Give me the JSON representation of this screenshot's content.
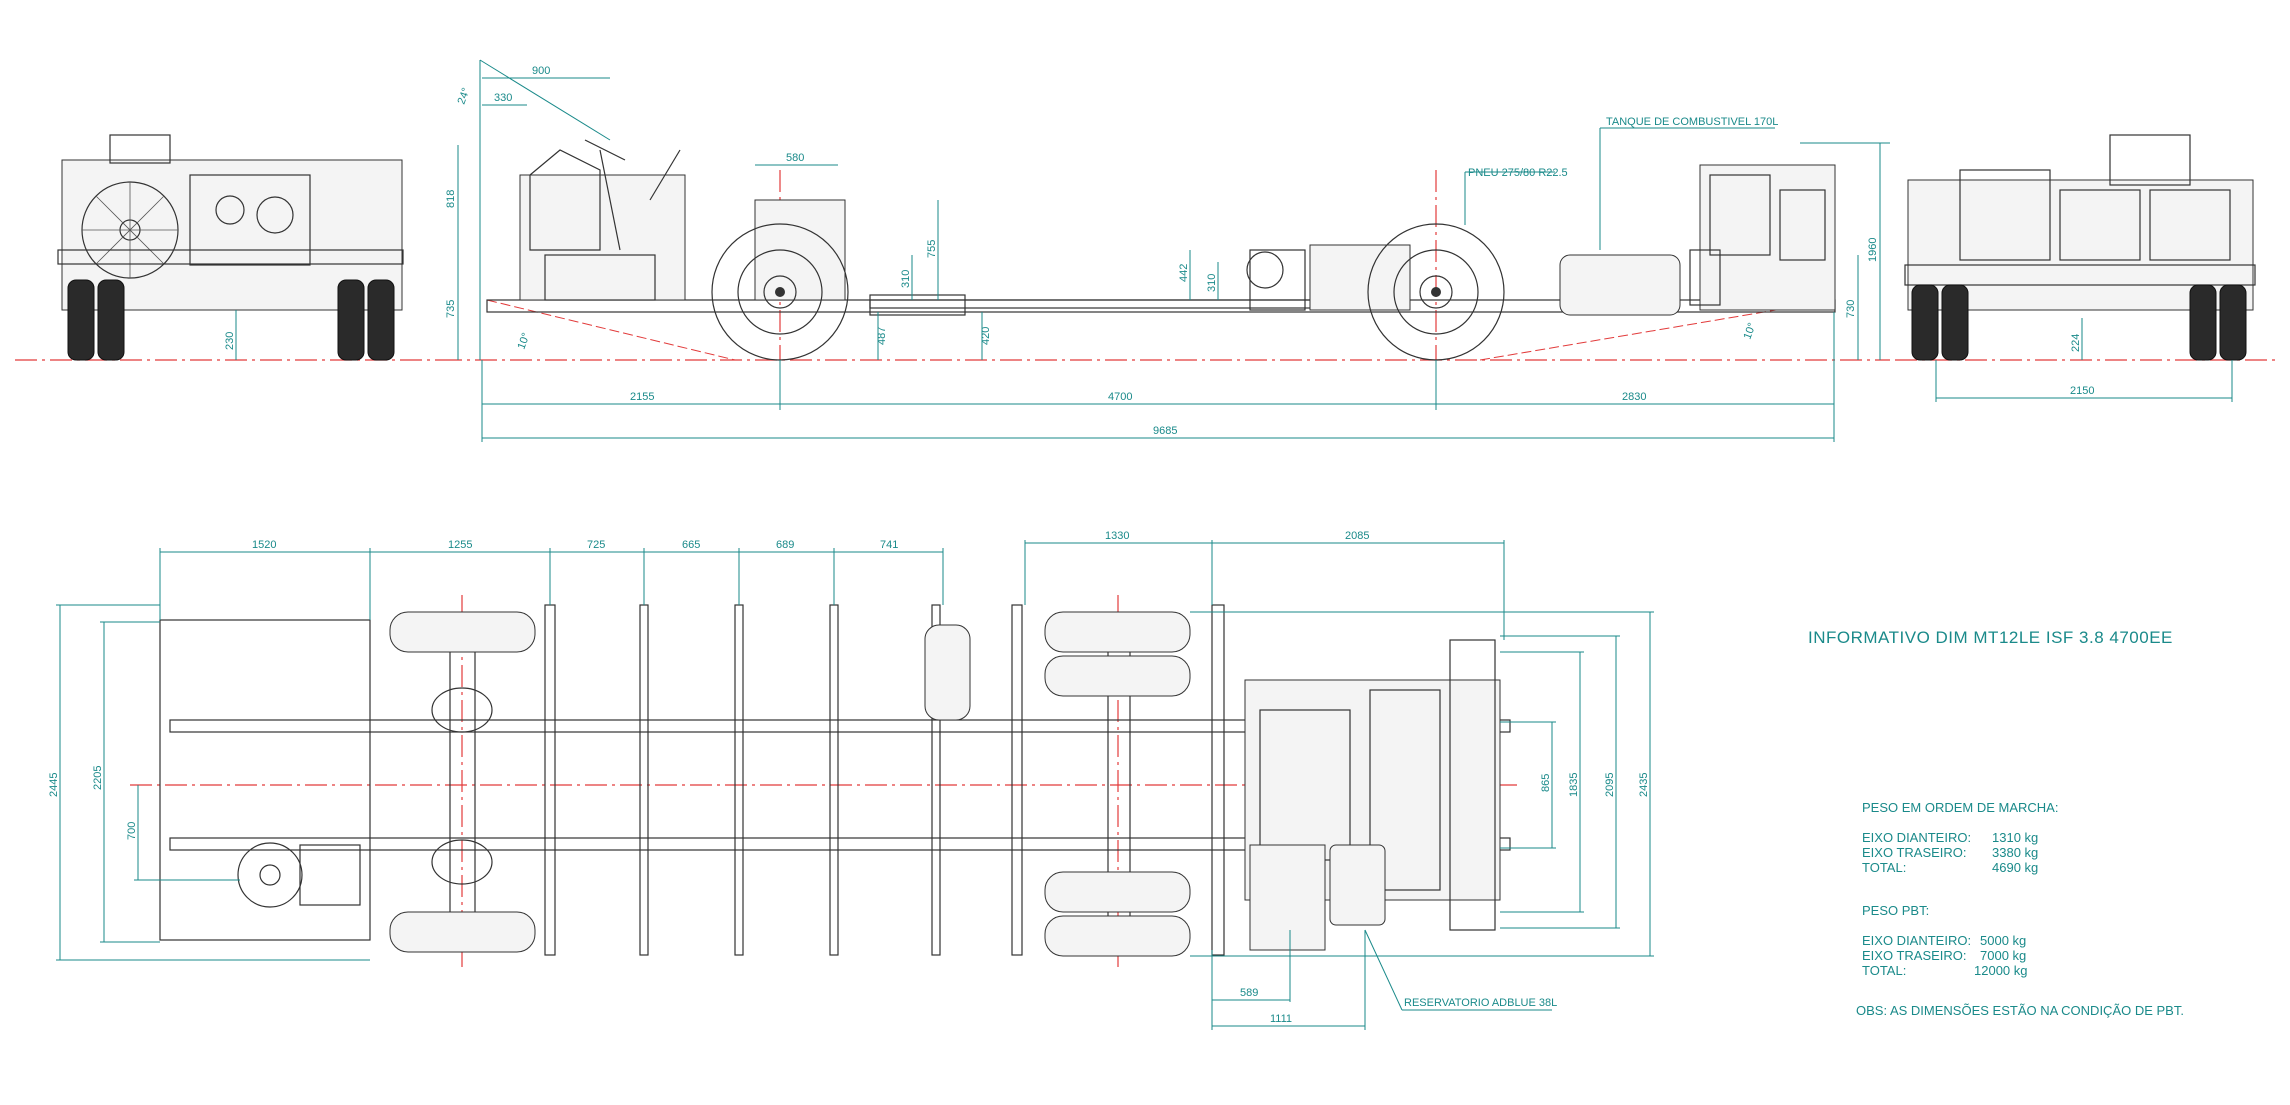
{
  "drawing_title": "INFORMATIVO DIM MT12LE ISF 3.8 4700EE",
  "side_view": {
    "labels": {
      "fuel_tank": "TANQUE DE COMBUSTIVEL 170L",
      "tire": "PNEU 275/80 R22.5",
      "angle_top": "24°",
      "angle_front": "10°",
      "angle_rear": "10°"
    },
    "dims": {
      "d900": "900",
      "d330": "330",
      "d818": "818",
      "d735": "735",
      "d580": "580",
      "d755": "755",
      "d310a": "310",
      "d487": "487",
      "d420": "420",
      "d442": "442",
      "d310b": "310",
      "d730": "730",
      "d1960": "1960",
      "d2155": "2155",
      "d4700": "4700",
      "d2830": "2830",
      "d9685": "9685"
    }
  },
  "front_view": {
    "dims": {
      "d230": "230"
    }
  },
  "rear_view": {
    "dims": {
      "d224": "224",
      "d2150": "2150"
    }
  },
  "top_view": {
    "labels": {
      "adblue": "RESERVATORIO ADBLUE 38L"
    },
    "dims": {
      "d1520": "1520",
      "d1255": "1255",
      "d725": "725",
      "d665": "665",
      "d689": "689",
      "d741": "741",
      "d1330": "1330",
      "d2085": "2085",
      "d2445": "2445",
      "d2205": "2205",
      "d700": "700",
      "d865": "865",
      "d1835": "1835",
      "d2095": "2095",
      "d2435": "2435",
      "d589": "589",
      "d1111": "1111"
    }
  },
  "weights": {
    "running_title": "PESO EM ORDEM DE MARCHA:",
    "running": [
      {
        "label": "EIXO DIANTEIRO:",
        "value": "1310 kg"
      },
      {
        "label": "EIXO TRASEIRO:",
        "value": "3380 kg"
      },
      {
        "label": "TOTAL:",
        "value": "4690 kg"
      }
    ],
    "pbt_title": "PESO PBT:",
    "pbt": [
      {
        "label": "EIXO DIANTEIRO:",
        "value": "5000 kg"
      },
      {
        "label": "EIXO TRASEIRO:",
        "value": "7000 kg"
      },
      {
        "label": "TOTAL:",
        "value": "12000 kg"
      }
    ]
  },
  "note": "OBS:  AS DIMENSÕES ESTÃO NA CONDIÇÃO DE PBT.",
  "colors": {
    "dimension": "#1a8a8a",
    "centerline": "#e23b3b",
    "linework": "#333333"
  }
}
